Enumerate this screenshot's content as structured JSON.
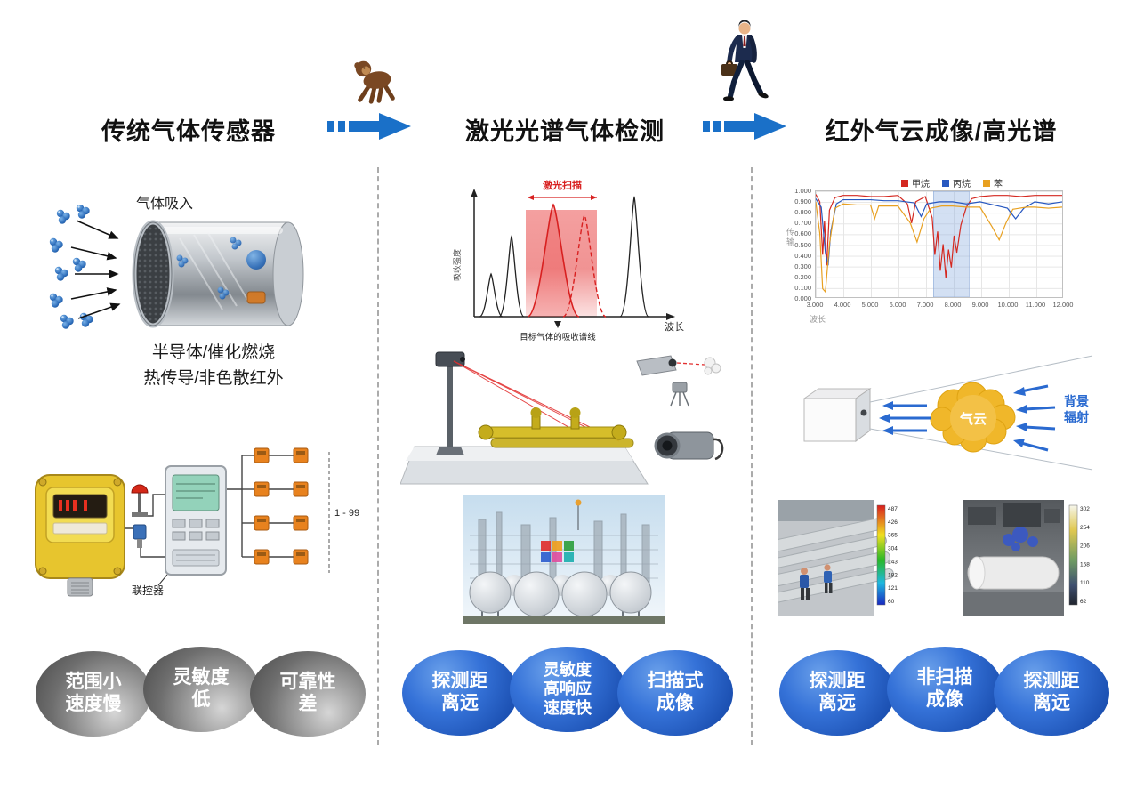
{
  "colors": {
    "accent_blue": "#1a70c8",
    "laser_red": "#d82020",
    "cloud_yellow": "#f0b72a",
    "bubble_blue": "#2f6fd6",
    "bubble_gray": "#7a7a7a"
  },
  "header": {
    "col1_title": "传统气体传感器",
    "col2_title": "激光光谱气体检测",
    "col3_title": "红外气云成像/高光谱"
  },
  "col1": {
    "gas_intake_label": "气体吸入",
    "tech_line1": "半导体/催化燃烧",
    "tech_line2": "热传导/非色散红外",
    "range_label": "1 - 99",
    "controller_label": "联控器",
    "bubbles": [
      {
        "lines": [
          "范围小",
          "速度慢"
        ]
      },
      {
        "lines": [
          "灵敏度",
          "低"
        ]
      },
      {
        "lines": [
          "可靠性",
          "差"
        ]
      }
    ]
  },
  "col2": {
    "chart_labels": {
      "scan": "激光扫描",
      "target": "目标气体的吸收谱线",
      "x": "波长",
      "y": "吸收强度"
    },
    "bubbles": [
      {
        "lines": [
          "探测距",
          "离远"
        ]
      },
      {
        "lines": [
          "灵敏度",
          "高响应",
          "速度快"
        ]
      },
      {
        "lines": [
          "扫描式",
          "成像"
        ]
      }
    ]
  },
  "col3": {
    "cloud_label": "气云",
    "radiation_label_line1": "背景",
    "radiation_label_line2": "辐射",
    "colorbar_left": [
      "487",
      "426",
      "365",
      "304",
      "243",
      "182",
      "121",
      "60"
    ],
    "colorbar_right": [
      "302",
      "254",
      "206",
      "158",
      "110",
      "62"
    ],
    "bubbles": [
      {
        "lines": [
          "探测距",
          "离远"
        ]
      },
      {
        "lines": [
          "非扫描",
          "成像"
        ]
      },
      {
        "lines": [
          "探测距",
          "离远"
        ]
      }
    ]
  },
  "chart_data": [
    {
      "type": "line",
      "xlabel": "波长",
      "ylabel": "吸收强度",
      "numeric_axes": false,
      "annotations": [
        "激光扫描",
        "目标气体的吸收谱线"
      ],
      "highlight_band_rel": [
        0.28,
        0.64
      ],
      "peaks": [
        {
          "x_rel": 0.1,
          "height_rel": 0.33,
          "series": "background",
          "style": "solid-black"
        },
        {
          "x_rel": 0.2,
          "height_rel": 0.62,
          "series": "background",
          "style": "solid-black"
        },
        {
          "x_rel": 0.42,
          "height_rel": 0.9,
          "series": "target-gas",
          "style": "solid-red"
        },
        {
          "x_rel": 0.57,
          "height_rel": 0.82,
          "series": "target-gas",
          "style": "dashed-red"
        },
        {
          "x_rel": 0.85,
          "height_rel": 0.95,
          "series": "background",
          "style": "solid-black"
        }
      ]
    },
    {
      "type": "line",
      "xlabel": "波长",
      "ylabel": "传输",
      "xlim": [
        3,
        12
      ],
      "ylim": [
        0,
        1
      ],
      "grid": true,
      "legend_position": "top",
      "highlight_region": [
        7.3,
        8.6
      ],
      "x_ticks": [
        "3.000",
        "4.000",
        "5.000",
        "6.000",
        "7.000",
        "8.000",
        "9.000",
        "10.000",
        "11.000",
        "12.000"
      ],
      "y_ticks": [
        "1.000",
        "0.900",
        "0.800",
        "0.700",
        "0.600",
        "0.500",
        "0.400",
        "0.300",
        "0.200",
        "0.100",
        "0.000"
      ],
      "series": [
        {
          "name": "甲烷",
          "color": "#d42820",
          "points": [
            [
              3,
              0.97
            ],
            [
              3.15,
              0.9
            ],
            [
              3.25,
              0.4
            ],
            [
              3.32,
              0.72
            ],
            [
              3.4,
              0.3
            ],
            [
              3.5,
              0.82
            ],
            [
              3.7,
              0.94
            ],
            [
              4,
              0.96
            ],
            [
              4.5,
              0.96
            ],
            [
              5,
              0.95
            ],
            [
              5.5,
              0.95
            ],
            [
              6,
              0.96
            ],
            [
              6.35,
              0.88
            ],
            [
              6.5,
              0.7
            ],
            [
              6.65,
              0.9
            ],
            [
              7,
              0.95
            ],
            [
              7.25,
              0.75
            ],
            [
              7.35,
              0.4
            ],
            [
              7.45,
              0.62
            ],
            [
              7.55,
              0.25
            ],
            [
              7.65,
              0.5
            ],
            [
              7.75,
              0.18
            ],
            [
              7.85,
              0.45
            ],
            [
              7.95,
              0.28
            ],
            [
              8.05,
              0.58
            ],
            [
              8.15,
              0.42
            ],
            [
              8.3,
              0.68
            ],
            [
              8.5,
              0.85
            ],
            [
              8.7,
              0.93
            ],
            [
              9,
              0.95
            ],
            [
              9.5,
              0.96
            ],
            [
              10,
              0.96
            ],
            [
              10.5,
              0.95
            ],
            [
              11,
              0.96
            ],
            [
              11.5,
              0.96
            ],
            [
              12,
              0.96
            ]
          ]
        },
        {
          "name": "丙烷",
          "color": "#2858c0",
          "points": [
            [
              3,
              0.93
            ],
            [
              3.2,
              0.85
            ],
            [
              3.35,
              0.42
            ],
            [
              3.45,
              0.3
            ],
            [
              3.55,
              0.62
            ],
            [
              3.75,
              0.88
            ],
            [
              4,
              0.92
            ],
            [
              4.5,
              0.92
            ],
            [
              5,
              0.92
            ],
            [
              5.5,
              0.91
            ],
            [
              6,
              0.91
            ],
            [
              6.6,
              0.89
            ],
            [
              6.85,
              0.76
            ],
            [
              7.05,
              0.88
            ],
            [
              7.5,
              0.9
            ],
            [
              8,
              0.9
            ],
            [
              8.5,
              0.88
            ],
            [
              9,
              0.9
            ],
            [
              9.5,
              0.87
            ],
            [
              10,
              0.84
            ],
            [
              10.3,
              0.74
            ],
            [
              10.6,
              0.84
            ],
            [
              11,
              0.9
            ],
            [
              11.5,
              0.88
            ],
            [
              12,
              0.9
            ]
          ]
        },
        {
          "name": "苯",
          "color": "#e8a020",
          "points": [
            [
              3,
              0.9
            ],
            [
              3.15,
              0.6
            ],
            [
              3.25,
              0.08
            ],
            [
              3.35,
              0.05
            ],
            [
              3.5,
              0.5
            ],
            [
              3.7,
              0.84
            ],
            [
              4,
              0.88
            ],
            [
              4.5,
              0.87
            ],
            [
              5,
              0.87
            ],
            [
              5.15,
              0.74
            ],
            [
              5.3,
              0.86
            ],
            [
              6,
              0.86
            ],
            [
              6.45,
              0.7
            ],
            [
              6.7,
              0.52
            ],
            [
              6.95,
              0.74
            ],
            [
              7.2,
              0.84
            ],
            [
              7.6,
              0.86
            ],
            [
              8,
              0.86
            ],
            [
              8.5,
              0.85
            ],
            [
              9,
              0.85
            ],
            [
              9.45,
              0.66
            ],
            [
              9.7,
              0.54
            ],
            [
              9.95,
              0.7
            ],
            [
              10.2,
              0.83
            ],
            [
              10.7,
              0.85
            ],
            [
              11,
              0.85
            ],
            [
              11.5,
              0.84
            ],
            [
              12,
              0.85
            ]
          ]
        }
      ]
    }
  ]
}
